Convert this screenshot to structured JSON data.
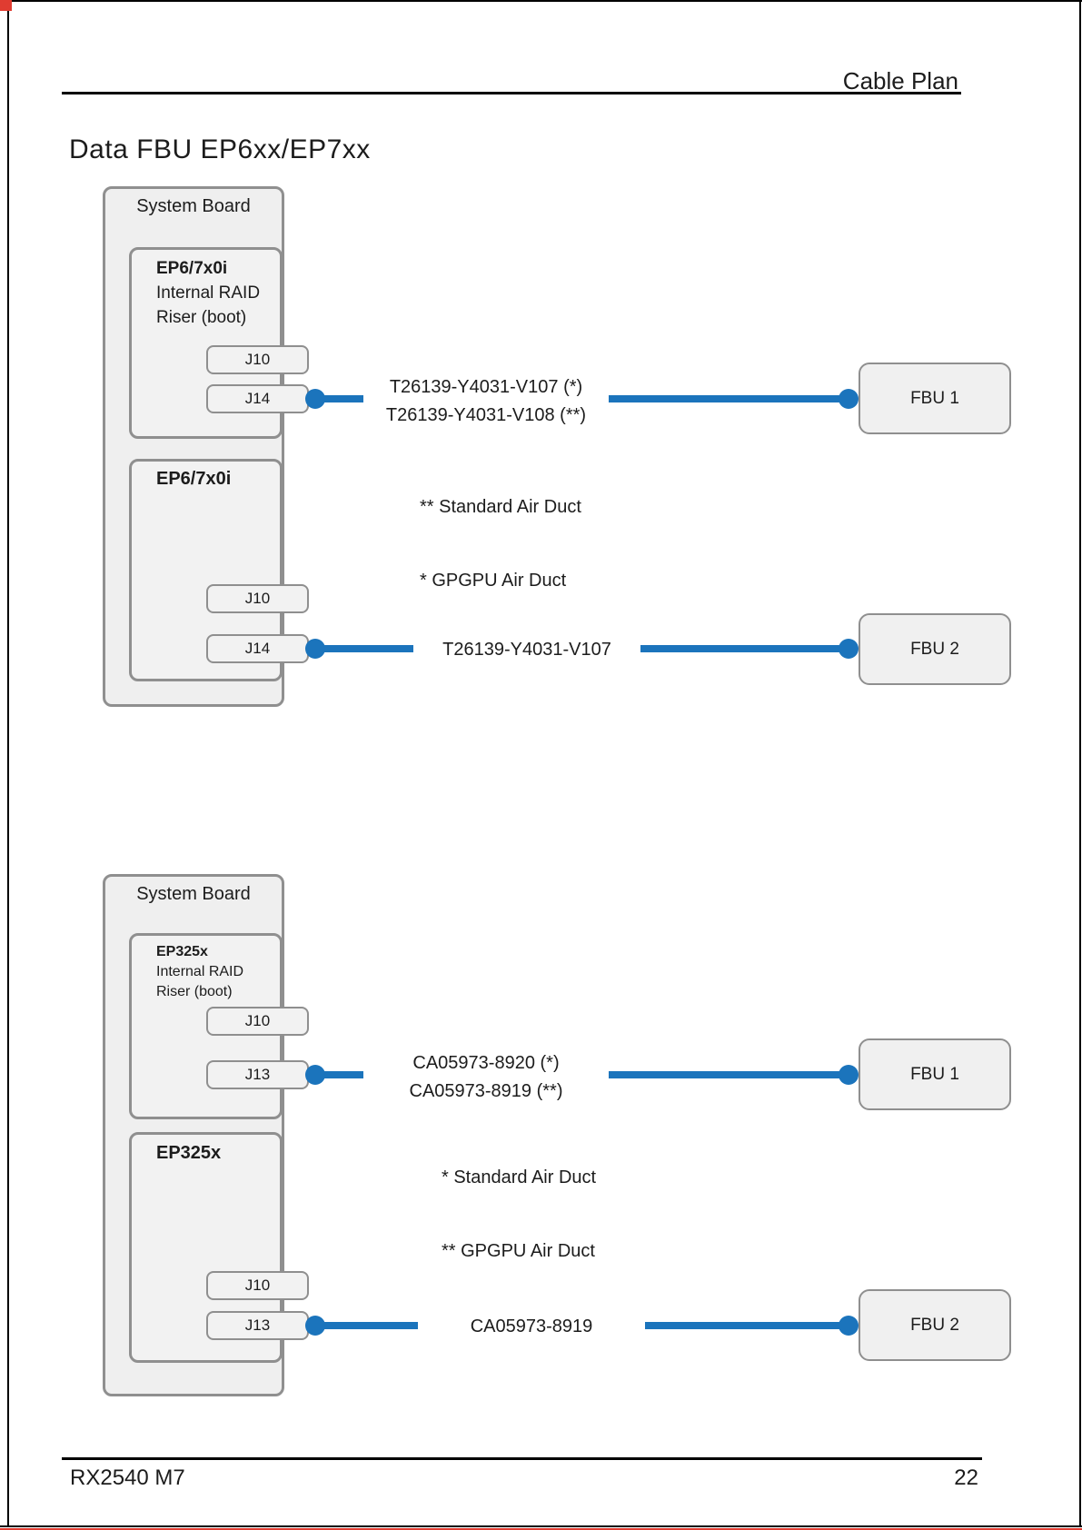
{
  "page": {
    "header": {
      "title": "Cable Plan"
    },
    "title": "Data FBU EP6xx/EP7xx",
    "footer": {
      "model": "RX2540 M7",
      "page_number": "22"
    }
  },
  "colors": {
    "cable_blue": "#1b74bc",
    "accent_red": "#e03c31",
    "page_border": "#000000",
    "box_fill": "#f0f0f0",
    "box_border": "#8f8f8f"
  },
  "sections": [
    {
      "system_board_label": "System Board",
      "riser1": {
        "name": "EP6/7x0i",
        "line2": "Internal RAID",
        "line3": "Riser (boot)",
        "connectors": [
          "J10",
          "J14"
        ]
      },
      "riser2": {
        "name": "EP6/7x0i",
        "connectors": [
          "J10",
          "J14"
        ]
      },
      "cable1": {
        "label_top": "T26139-Y4031-V107 (*)",
        "label_bottom": "T26139-Y4031-V108 (**)",
        "target": "FBU 1"
      },
      "notes": [
        "** Standard Air Duct",
        "* GPGPU Air Duct"
      ],
      "cable2": {
        "label": "T26139-Y4031-V107",
        "target": "FBU 2"
      }
    },
    {
      "system_board_label": "System Board",
      "riser1": {
        "name": "EP325x",
        "line2": "Internal RAID",
        "line3": "Riser (boot)",
        "connectors": [
          "J10",
          "J13"
        ]
      },
      "riser2": {
        "name": "EP325x",
        "connectors": [
          "J10",
          "J13"
        ]
      },
      "cable1": {
        "label_top": "CA05973-8920 (*)",
        "label_bottom": "CA05973-8919 (**)",
        "target": "FBU 1"
      },
      "notes": [
        "* Standard Air Duct",
        "** GPGPU Air Duct"
      ],
      "cable2": {
        "label": "CA05973-8919",
        "target": "FBU 2"
      }
    }
  ]
}
